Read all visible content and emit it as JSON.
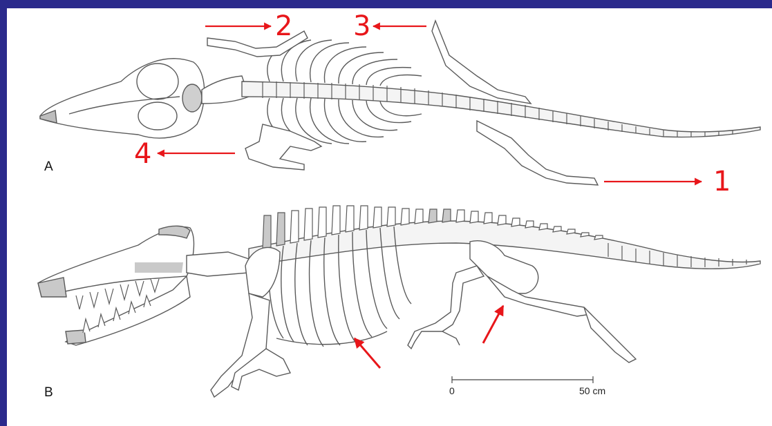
{
  "panels": {
    "a": "A",
    "b": "B"
  },
  "callouts": {
    "c1": "1",
    "c2": "2",
    "c3": "3",
    "c4": "4"
  },
  "scale_bar": {
    "start": "0",
    "end": "50 cm"
  },
  "colors": {
    "background_border": "#2b2a8c",
    "annotation": "#e8161a",
    "bone_outline": "#5a5a5a",
    "bone_shade": "#c9c9c9"
  }
}
